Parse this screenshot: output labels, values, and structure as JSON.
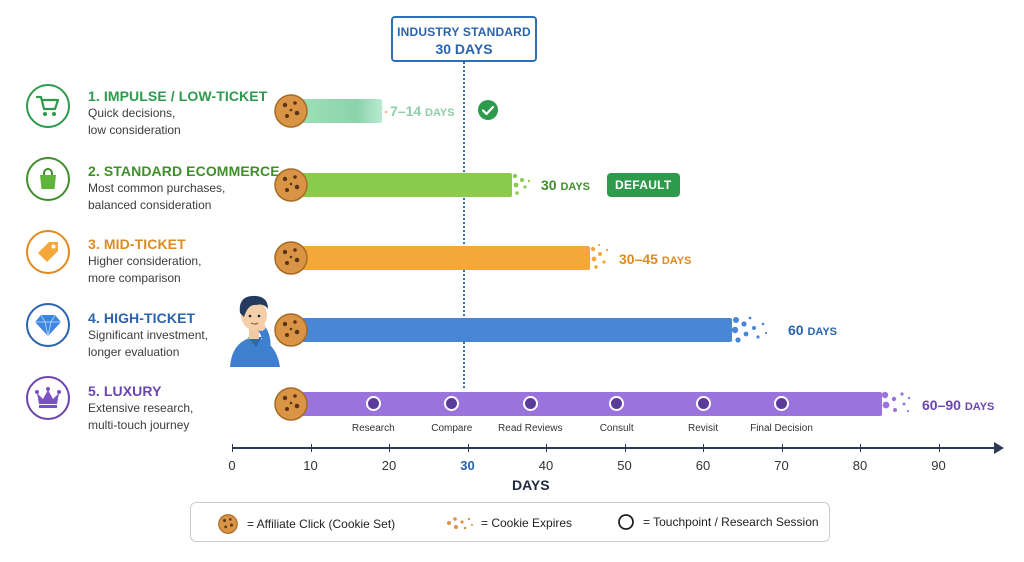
{
  "standard": {
    "line1": "INDUSTRY STANDARD",
    "line2": "30 DAYS",
    "value": 30,
    "color": "#2f6fb8"
  },
  "tiers": [
    {
      "title": "1. IMPULSE / LOW-TICKET",
      "desc1": "Quick decisions,",
      "desc2": "low consideration",
      "color": "#2e9a4c",
      "bar_color": "#93d8b0",
      "icon": "shopping-cart-icon",
      "range_days": [
        7,
        14
      ],
      "label_num": "7–14",
      "label_unit": "DAYS",
      "status": "check-icon"
    },
    {
      "title": "2. STANDARD ECOMMERCE",
      "desc1": "Most common purchases,",
      "desc2": "balanced consideration",
      "color": "#3f8f2a",
      "bar_color": "#8acb4e",
      "icon": "shopping-bag-icon",
      "range_days": [
        30
      ],
      "label_num": "30",
      "label_unit": "DAYS",
      "badge": "DEFAULT"
    },
    {
      "title": "3. MID-TICKET",
      "desc1": "Higher consideration,",
      "desc2": "more comparison",
      "color": "#e08a1e",
      "bar_color": "#f4a83a",
      "icon": "price-tag-icon",
      "range_days": [
        30,
        45
      ],
      "label_num": "30–45",
      "label_unit": "DAYS"
    },
    {
      "title": "4. HIGH-TICKET",
      "desc1": "Significant investment,",
      "desc2": "longer evaluation",
      "color": "#2a63ad",
      "bar_color": "#4a86d6",
      "icon": "diamond-icon",
      "range_days": [
        60
      ],
      "label_num": "60",
      "label_unit": "DAYS"
    },
    {
      "title": "5. LUXURY",
      "desc1": "Extensive research,",
      "desc2": "multi-touch journey",
      "color": "#6a45b0",
      "bar_color": "#9a74dc",
      "icon": "crown-icon",
      "range_days": [
        60,
        90
      ],
      "label_num": "60–90",
      "label_unit": "DAYS"
    }
  ],
  "touchpoints": [
    {
      "label": "Research",
      "day": 18
    },
    {
      "label": "Compare",
      "day": 28
    },
    {
      "label": "Read Reviews",
      "day": 38
    },
    {
      "label": "Consult",
      "day": 49
    },
    {
      "label": "Revisit",
      "day": 60
    },
    {
      "label": "Final Decision",
      "day": 70
    }
  ],
  "axis": {
    "title": "DAYS",
    "ticks": [
      "0",
      "10",
      "20",
      "30",
      "40",
      "50",
      "60",
      "70",
      "80",
      "90"
    ],
    "highlight": "30"
  },
  "legend": {
    "click": "= Affiliate Click (Cookie Set)",
    "expires": "= Cookie Expires",
    "touchpoint": "= Touchpoint / Research Session"
  }
}
